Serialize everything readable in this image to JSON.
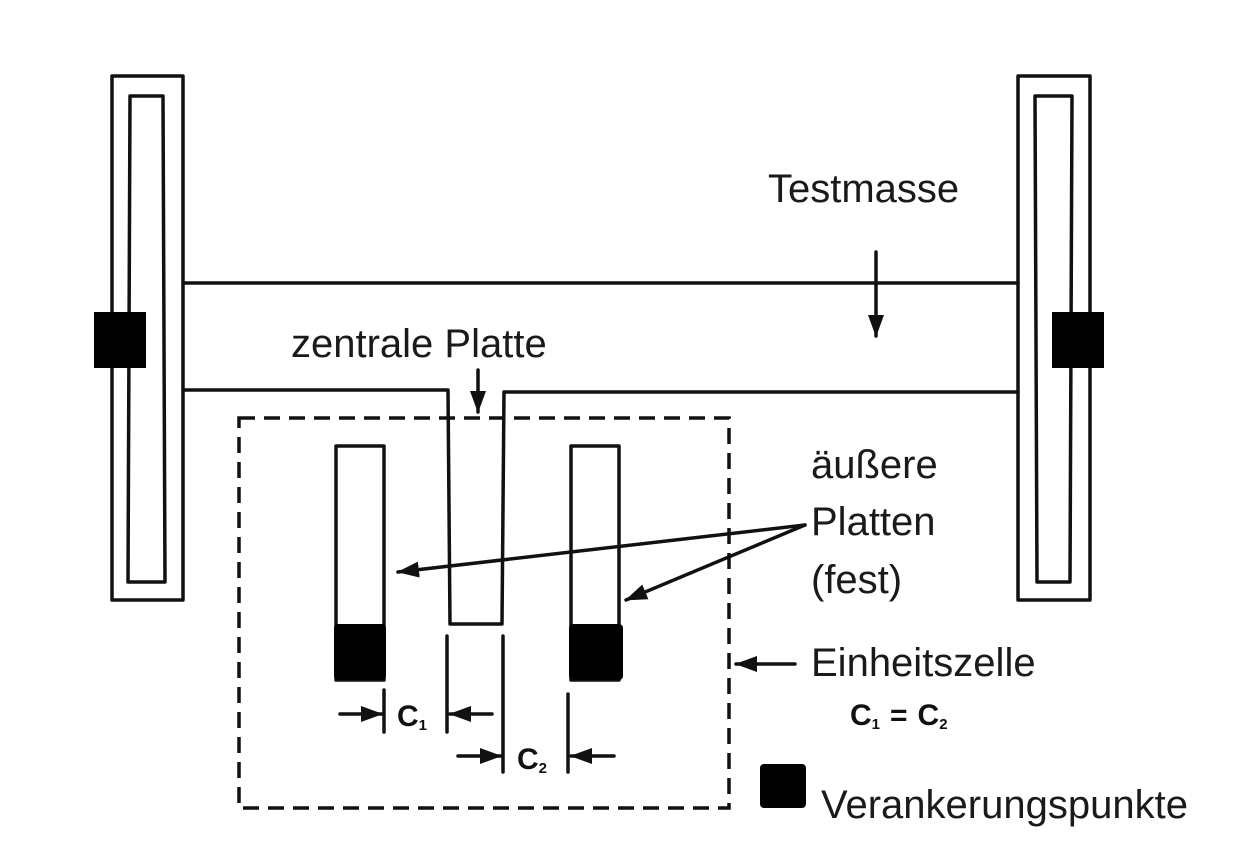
{
  "labels": {
    "test_mass": "Testmasse",
    "central_plate": "zentrale Platte",
    "outer_plates_line1": "äußere",
    "outer_plates_line2": "Platten",
    "outer_plates_line3": "(fest)",
    "unit_cell": "Einheitszelle",
    "anchor_points": "Verankerungspunkte"
  },
  "capacitances": {
    "c1": "C",
    "c1_sub": "1",
    "c2": "C",
    "c2_sub": "2",
    "equation_left": "C",
    "equation_left_sub": "1",
    "equation_sign": "=",
    "equation_right": "C",
    "equation_right_sub": "2"
  },
  "colors": {
    "stroke": "#111111",
    "anchor_fill": "#000000",
    "background": "#ffffff"
  }
}
